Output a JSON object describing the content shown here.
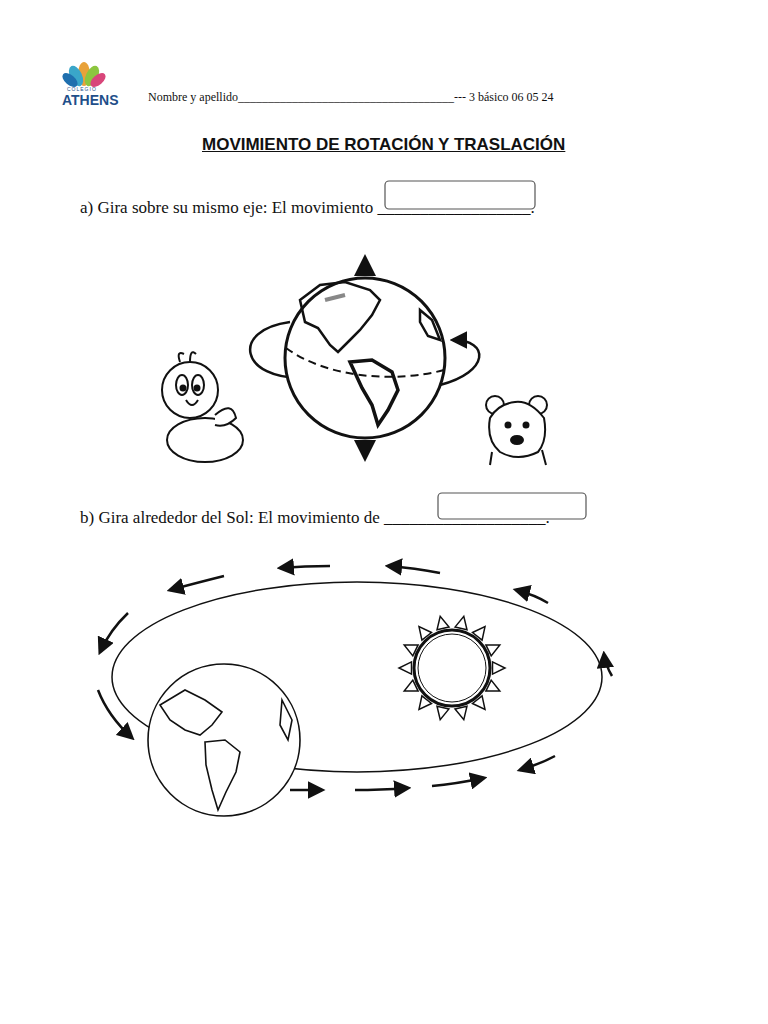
{
  "diagram": {
    "title": "MOVIMIENTO DE ROTACIÓN Y TRASLACIÓN",
    "labels": [
      "COLEGIO",
      "ATHENS",
      "Nombre y apellido____________________________________--- 3 básico 06 05 24",
      "a) Gira sobre su mismo eje: El movimiento __________________.",
      "b) Gira alrededor del Sol: El movimiento de ___________________."
    ]
  }
}
